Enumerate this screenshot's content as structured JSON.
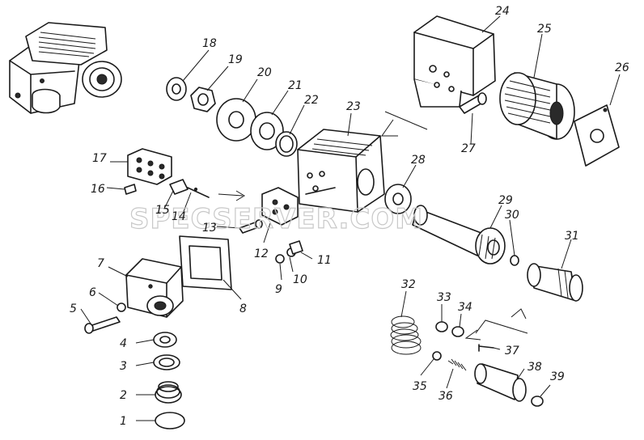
{
  "labels": {
    "n1": "1",
    "n2": "2",
    "n3": "3",
    "n4": "4",
    "n5": "5",
    "n6": "6",
    "n7": "7",
    "n8": "8",
    "n9": "9",
    "n10": "10",
    "n11": "11",
    "n12": "12",
    "n13": "13",
    "n14": "14",
    "n15": "15",
    "n16": "16",
    "n17": "17",
    "n18": "18",
    "n19": "19",
    "n20": "20",
    "n21": "21",
    "n22": "22",
    "n23": "23",
    "n24": "24",
    "n25": "25",
    "n26": "26",
    "n27": "27",
    "n28": "28",
    "n29": "29",
    "n30": "30",
    "n31": "31",
    "n32": "32",
    "n33": "33",
    "n34": "34",
    "n35": "35",
    "n36": "36",
    "n37": "37",
    "n38": "38",
    "n39": "39"
  },
  "watermark": "SPECSERVER.COM"
}
